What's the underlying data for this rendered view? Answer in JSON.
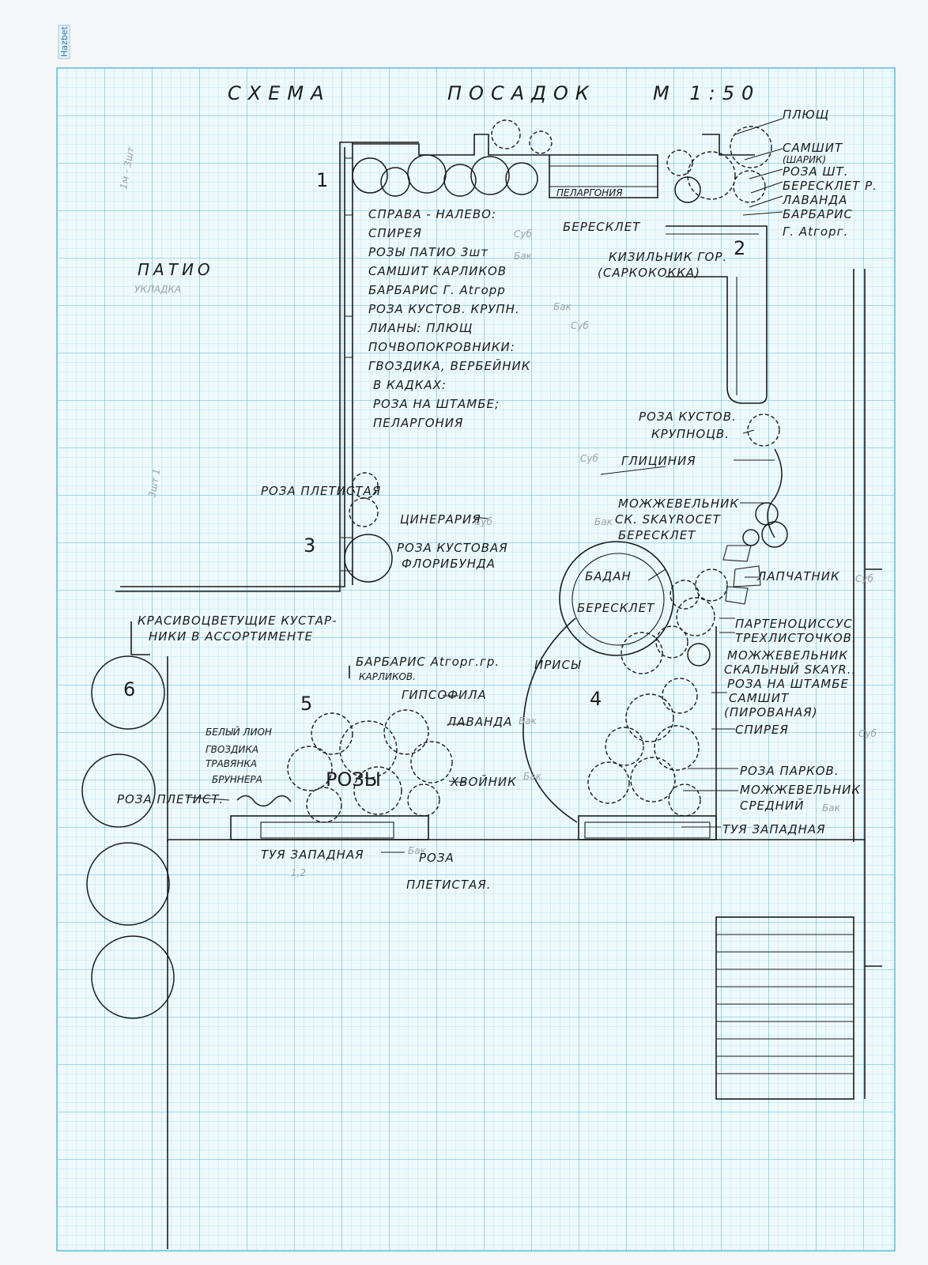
{
  "header": {
    "word_scheme": "СХЕМА",
    "word_plantings": "ПОСАДОК",
    "scale": "М 1:50"
  },
  "zones": {
    "z1": "1",
    "z2": "2",
    "z3": "3",
    "z4": "4",
    "z5": "5",
    "z6": "6"
  },
  "patio": "ПАТИО",
  "legend": {
    "title": "СПРАВА - НАЛЕВО:",
    "lines": [
      "СПИРЕЯ",
      "РОЗЫ ПАТИО 3шт",
      "САМШИТ КАРЛИКОВ",
      "БАРБАРИС Г. Аtгорр",
      "РОЗА КУСТОВ. КРУПН.",
      "ЛИАНЫ: ПЛЮЩ",
      "ПОЧВОПОКРОВНИКИ:",
      "ГВОЗДИКА, ВЕРБЕЙНИК",
      "В КАДКАХ:",
      "РОЗА НА ШТАМБЕ;",
      "ПЕЛАРГОНИЯ"
    ]
  },
  "labels": {
    "pelargonia": "ПЕЛАРГОНИЯ",
    "plyusch": "ПЛЮЩ",
    "samshit_top": "САМШИТ",
    "samshit_top_note": "(ШАРИК)",
    "roza_sht_top": "РОЗА ШТ.",
    "beresklet_r": "БЕРЕСКЛЕТ Р.",
    "lavanda_top": "ЛАВАНДА",
    "barbaris_top": "БАРБАРИС",
    "barbaris_top_2": "Г. Аtгорг.",
    "beresklet_top": "БЕРЕСКЛЕТ",
    "kizilnik": "КИЗИЛЬНИК ГОР.",
    "sarkokokka": "(САРКОКОККА)",
    "roza_kustov_right": "РОЗА КУСТОВ.",
    "krupnocv": "КРУПНОЦВ.",
    "glicinia": "ГЛИЦИНИЯ",
    "mozhzhevelnik_1": "МОЖЖЕВЕЛЬНИК",
    "mozhzhevelnik_1b": "СК. SKAYROCET",
    "beresklet_2": "БЕРЕСКЛЕТ",
    "badan": "БАДАН",
    "beresklet_circle": "БЕРЕСКЛЕТ",
    "lapchatnik": "ЛАПЧАТНИК",
    "partenocissus": "ПАРТЕНОЦИССУС",
    "partenocissus_2": "ТРЕХЛИСТОЧКОВ.",
    "mozhzhevelnik_2": "МОЖЖЕВЕЛЬНИК",
    "mozhzhevelnik_2b": "СКАЛЬНЫЙ SKAYR..",
    "roza_na_shtambe": "РОЗА НА ШТАМБЕ",
    "samshit_2": "САМШИТ",
    "samshit_2_note": "(ПИРОВАНАЯ)",
    "spireya": "СПИРЕЯ",
    "roza_parkov": "РОЗА ПАРКОВ.",
    "mozhzhevelnik_3": "МОЖЖЕВЕЛЬНИК",
    "sredniy": "СРЕДНИЙ",
    "tuya_right": "ТУЯ ЗАПАДНАЯ",
    "roza_pletistaya_top": "РОЗА ПЛЕТИСТАЯ",
    "cineraria": "ЦИНЕРАРИЯ",
    "roza_kustovaya": "РОЗА КУСТОВАЯ",
    "floribunda": "ФЛОРИБУНДА",
    "krasivocvet_1": "КРАСИВОЦВЕТУЩИЕ КУСТАР-",
    "krasivocvet_2": "НИКИ В АССОРТИМЕНТЕ",
    "barbaris_mid": "БАРБАРИС Аtгорг.гр.",
    "karlikov_mid": "КАРЛИКОВ.",
    "irisy": "ИРИСЫ",
    "gipsofila": "ГИПСОФИЛА",
    "lavanda_mid": "ЛАВАНДА",
    "belyi_lion": "БЕЛЫЙ ЛИОН",
    "gvozdika": "ГВОЗДИКА",
    "travyanka": "ТРАВЯНКА",
    "brunnera": "БРУННЕРА",
    "rozy_bed": "РОЗЫ",
    "hvoynik": "ХВОЙНИК",
    "roza_pletistaya_left": "РОЗА ПЛЕТИСТ.",
    "tuya_bottom": "ТУЯ ЗАПАДНАЯ",
    "roza_bottom": "РОЗА",
    "pletistaya_bottom": "ПЛЕТИСТАЯ."
  },
  "pencil_notes": {
    "sub": "Суб",
    "bak": "Бак",
    "nums": "1,2"
  },
  "sticker": "Hazbet"
}
